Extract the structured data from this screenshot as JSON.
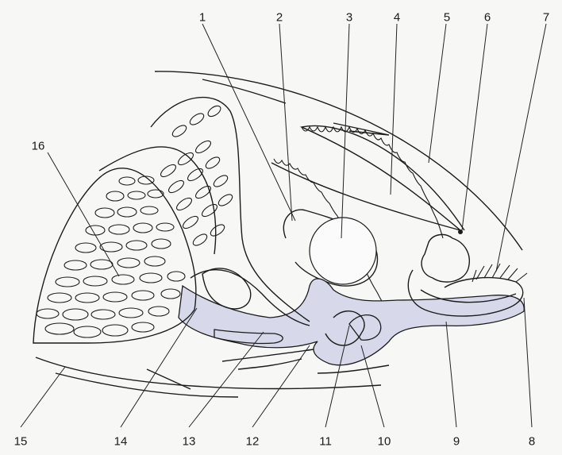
{
  "labels": {
    "l1": "1",
    "l2": "2",
    "l3": "3",
    "l4": "4",
    "l5": "5",
    "l6": "6",
    "l7": "7",
    "l8": "8",
    "l9": "9",
    "l10": "10",
    "l11": "11",
    "l12": "12",
    "l13": "13",
    "l14": "14",
    "l15": "15",
    "l16": "16"
  },
  "colors": {
    "tissue_tint": "#d7d9ea",
    "line": "#1c1c1c",
    "paper": "#f7f7f6"
  }
}
